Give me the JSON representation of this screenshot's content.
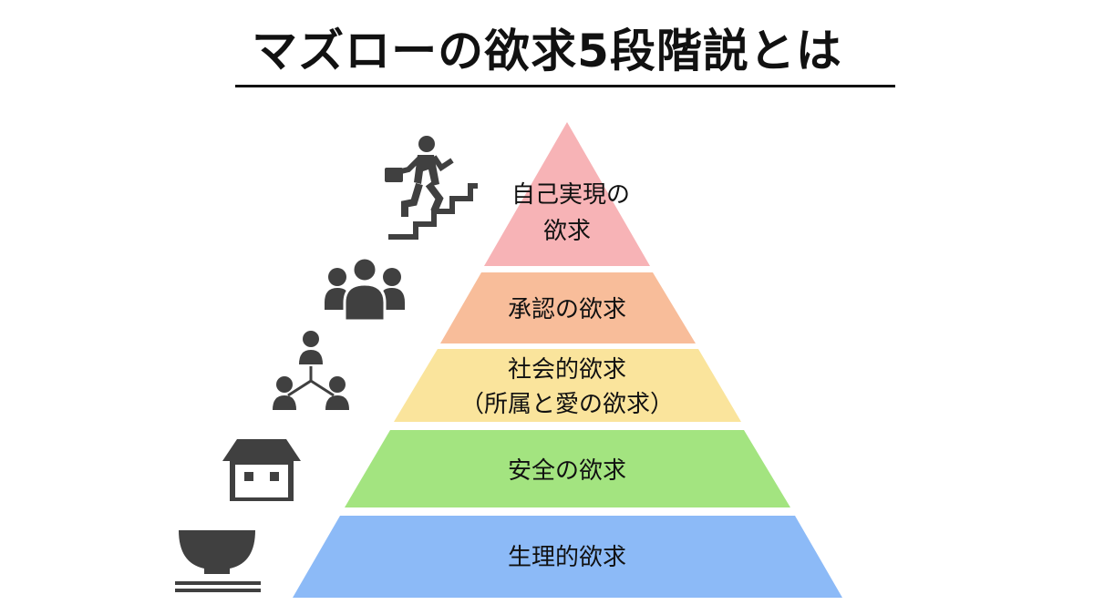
{
  "title": "マズローの欲求5段階説とは",
  "levels": [
    {
      "line1": "自己実現の",
      "line2": "欲求",
      "color": "#f7b3b6",
      "icon": "climbing-person-icon"
    },
    {
      "line1": "承認の欲求",
      "line2": "",
      "color": "#f8bd9a",
      "icon": "group-icon"
    },
    {
      "line1": "社会的欲求",
      "line2": "（所属と愛の欲求）",
      "color": "#fae49c",
      "icon": "network-people-icon"
    },
    {
      "line1": "安全の欲求",
      "line2": "",
      "color": "#a3e480",
      "icon": "house-icon"
    },
    {
      "line1": "生理的欲求",
      "line2": "",
      "color": "#8cbaf7",
      "icon": "rice-bowl-icon"
    }
  ],
  "icon_color": "#404040"
}
